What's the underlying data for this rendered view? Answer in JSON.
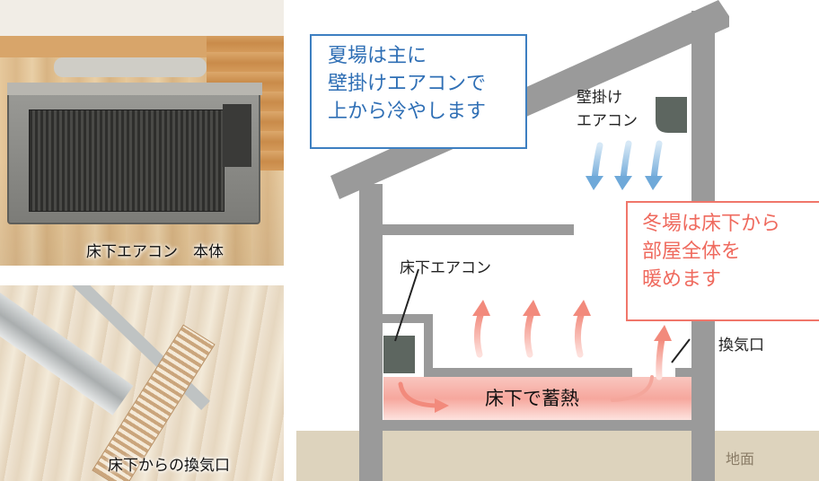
{
  "photos": {
    "top_caption": "床下エアコン　本体",
    "bottom_caption": "床下からの換気口"
  },
  "diagram": {
    "summer_box": {
      "lines": [
        "夏場は主に",
        "壁掛けエアコンで",
        "上から冷やします"
      ],
      "color": "#3d7fc1"
    },
    "winter_box": {
      "lines": [
        "冬場は床下から",
        "部屋全体を",
        "暖めます"
      ],
      "color": "#f0766a"
    },
    "wall_ac_label": [
      "壁掛け",
      "エアコン"
    ],
    "floor_ac_label": "床下エアコン",
    "vent_label": "換気口",
    "heat_storage_label": "床下で蓄熱",
    "ground_label": "地面",
    "colors": {
      "wall": "#9a9a9a",
      "ground": "#ddd3bd",
      "cool_arrow": "#6fa9d9",
      "warm_arrow": "#f28a7c",
      "heat_band": "#f7b4ab"
    }
  }
}
